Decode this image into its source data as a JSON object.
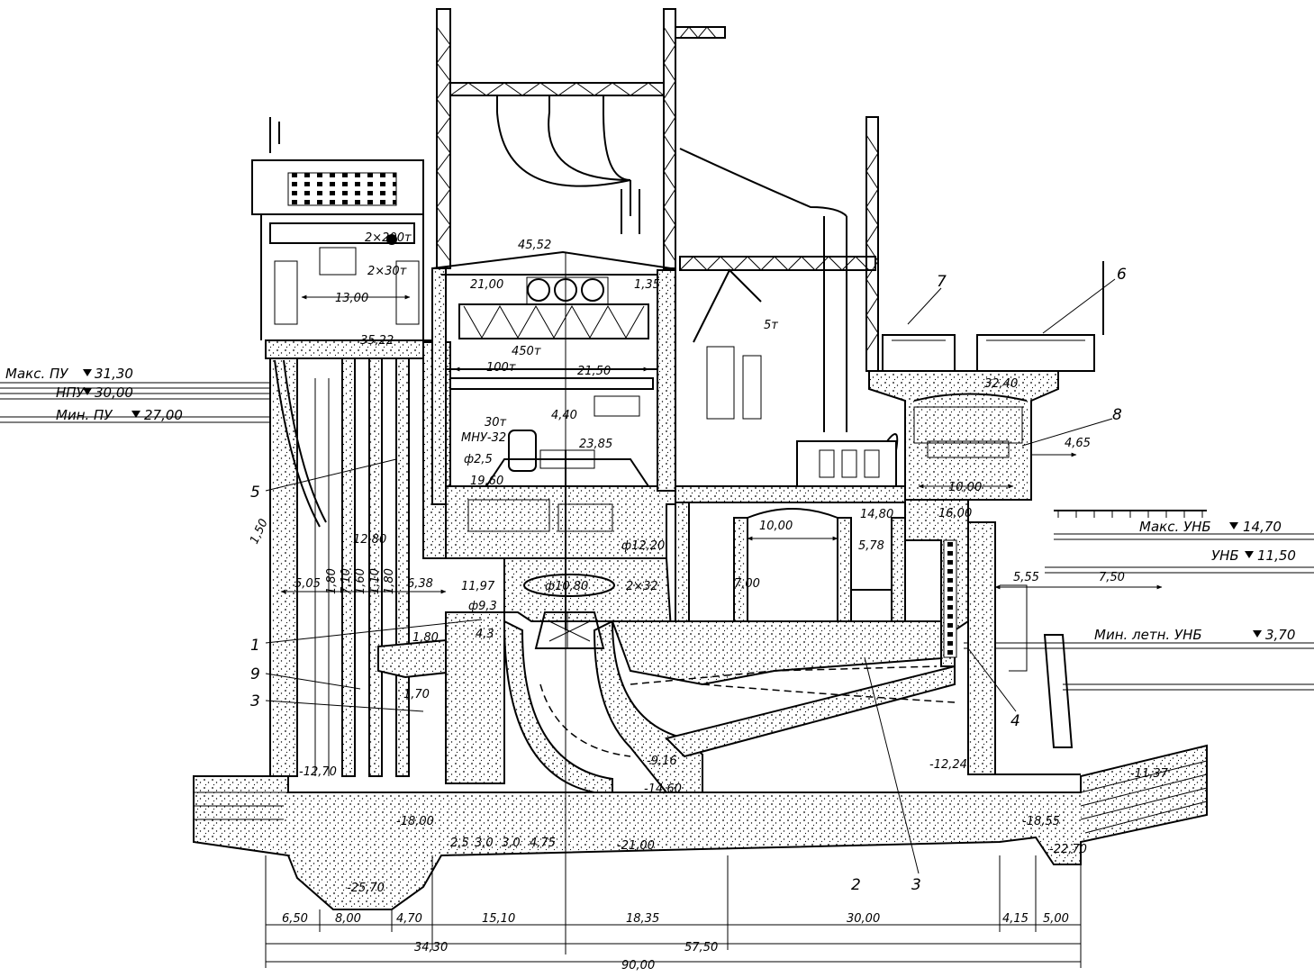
{
  "levels": {
    "max_pu": "Макс. ПУ",
    "max_pu_val": "31,30",
    "npu": "НПУ",
    "npu_val": "30,00",
    "min_pu": "Мин. ПУ",
    "min_pu_val": "27,00",
    "max_unb": "Макс. УНБ",
    "max_unb_val": "14,70",
    "unb": "УНБ",
    "unb_val": "11,50",
    "min_letn_unb": "Мин. летн. УНБ",
    "min_letn_unb_val": "3,70"
  },
  "elevations": [
    "45,52",
    "35,22",
    "32,40",
    "23,85",
    "19,60",
    "16,00",
    "12,80",
    "7,00",
    "1,80",
    "1,70",
    "4,3",
    "-9,16",
    "-12,24",
    "-12,70",
    "-11,37",
    "-14,60",
    "-18,00",
    "-18,55",
    "-21,00",
    "-22,70",
    "-25,70"
  ],
  "cranes": {
    "c2x200": "2×200т",
    "c2x30": "2×30т",
    "c450": "450т",
    "c100": "100т",
    "c30": "30т",
    "c5": "5т"
  },
  "dims": {
    "d13": "13,00",
    "d21": "21,00",
    "d135": "1,35",
    "d2150": "21,50",
    "d440": "4,40",
    "mnu": "МНУ-32",
    "phi25": "ф2,5",
    "phi1220": "ф12,20",
    "phi93": "ф9,3",
    "phi1080": "ф10,80",
    "d2x32": "2×32",
    "d1197": "11,97",
    "d505": "5,05",
    "d638": "6,38",
    "d180": "1,80",
    "d710": "7,10",
    "d160": "1,60",
    "d710b": "1,10",
    "d180b": "1,80",
    "d150": "1,50",
    "d1000a": "10,00",
    "d1000b": "10,00",
    "d1480": "14,80",
    "d578": "5,78",
    "d465": "4,65",
    "d555": "5,55",
    "d750": "7,50",
    "d25": "2,5",
    "d30a": "3,0",
    "d30b": "3,0",
    "d475": "4,75"
  },
  "bottom_dims": {
    "b650": "6,50",
    "b800": "8,00",
    "b470": "4,70",
    "b1510": "15,10",
    "b1835": "18,35",
    "b3000": "30,00",
    "b415": "4,15",
    "b500": "5,00",
    "b3430": "34,30",
    "b5750": "57,50",
    "b9000": "90,00"
  },
  "callouts": {
    "n1": "1",
    "n2": "2",
    "n3a": "3",
    "n3b": "3",
    "n4": "4",
    "n5": "5",
    "n6": "6",
    "n7": "7",
    "n8": "8",
    "n9": "9"
  }
}
